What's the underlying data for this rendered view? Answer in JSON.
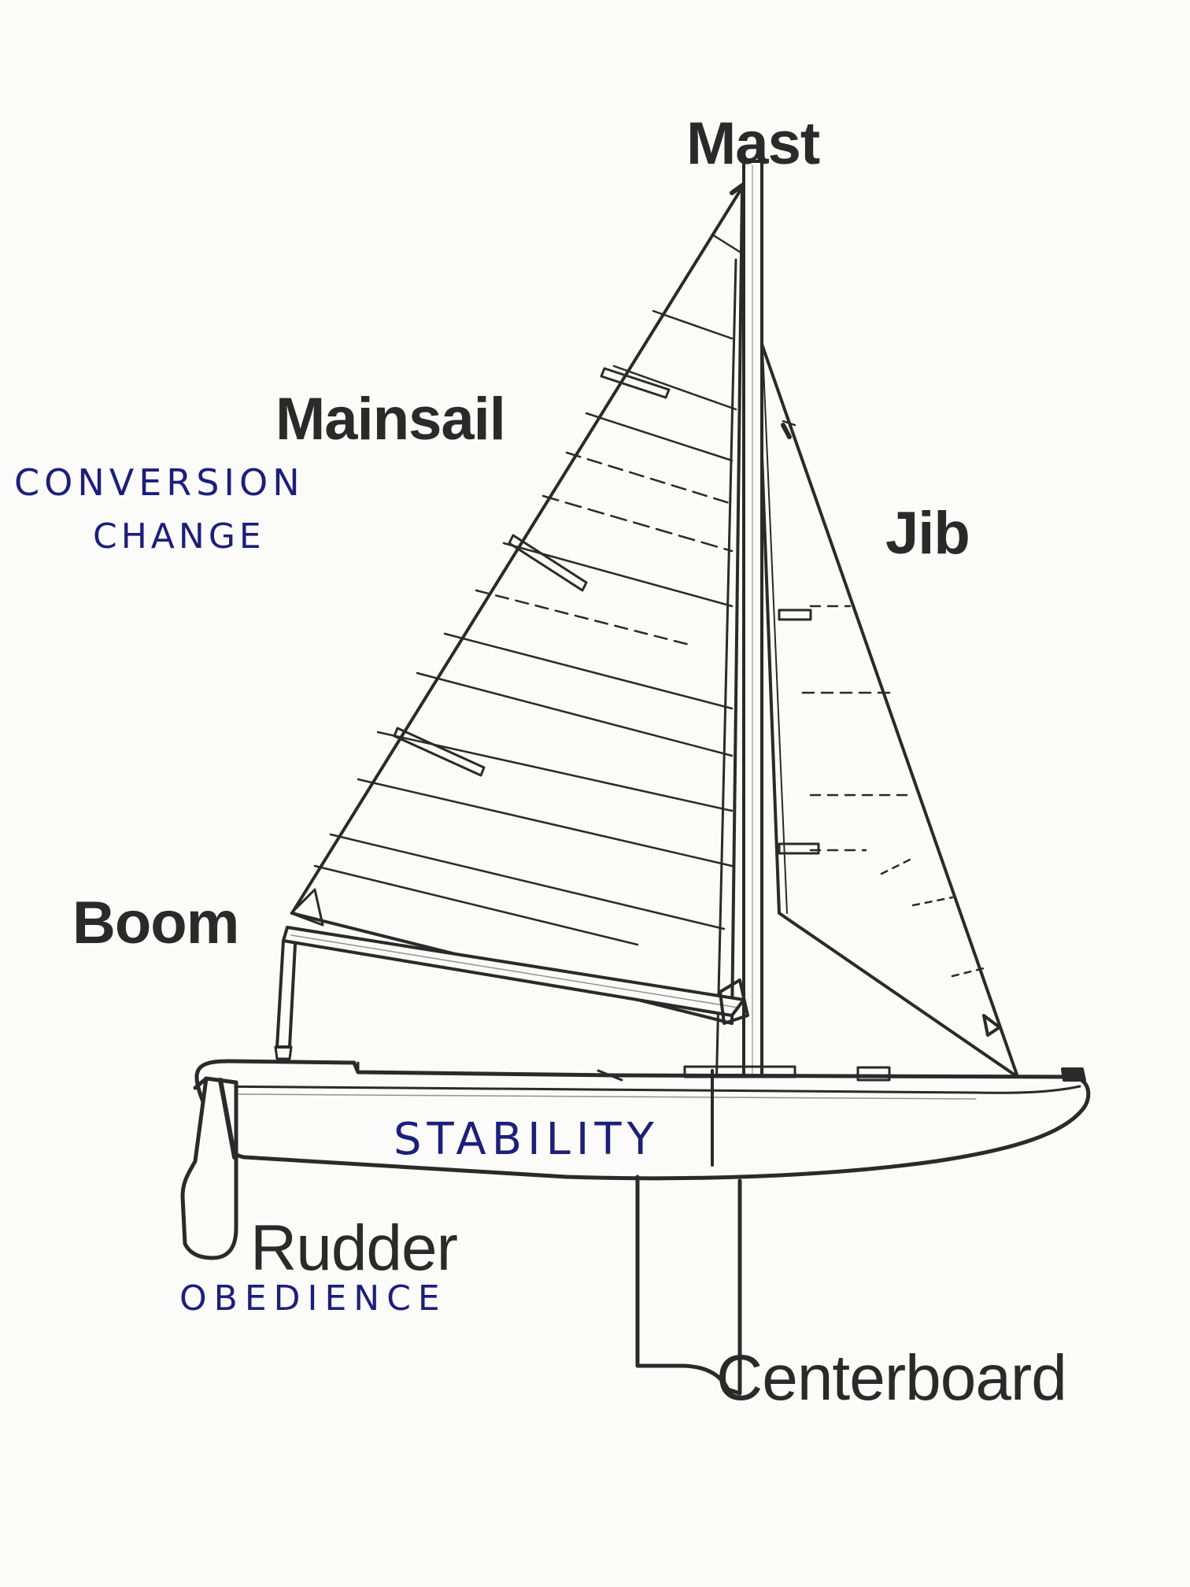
{
  "labels": {
    "mast": "Mast",
    "mainsail": "Mainsail",
    "jib": "Jib",
    "boom": "Boom",
    "rudder": "Rudder",
    "centerboard": "Centerboard"
  },
  "annotations": {
    "mainsail_1": "CONVERSION",
    "mainsail_2": "CHANGE",
    "hull": "STABILITY",
    "rudder": "OBEDIENCE"
  },
  "colors": {
    "print": "#2a2a2a",
    "ink": "#1c1f7a",
    "paper": "#fbfbf9"
  }
}
